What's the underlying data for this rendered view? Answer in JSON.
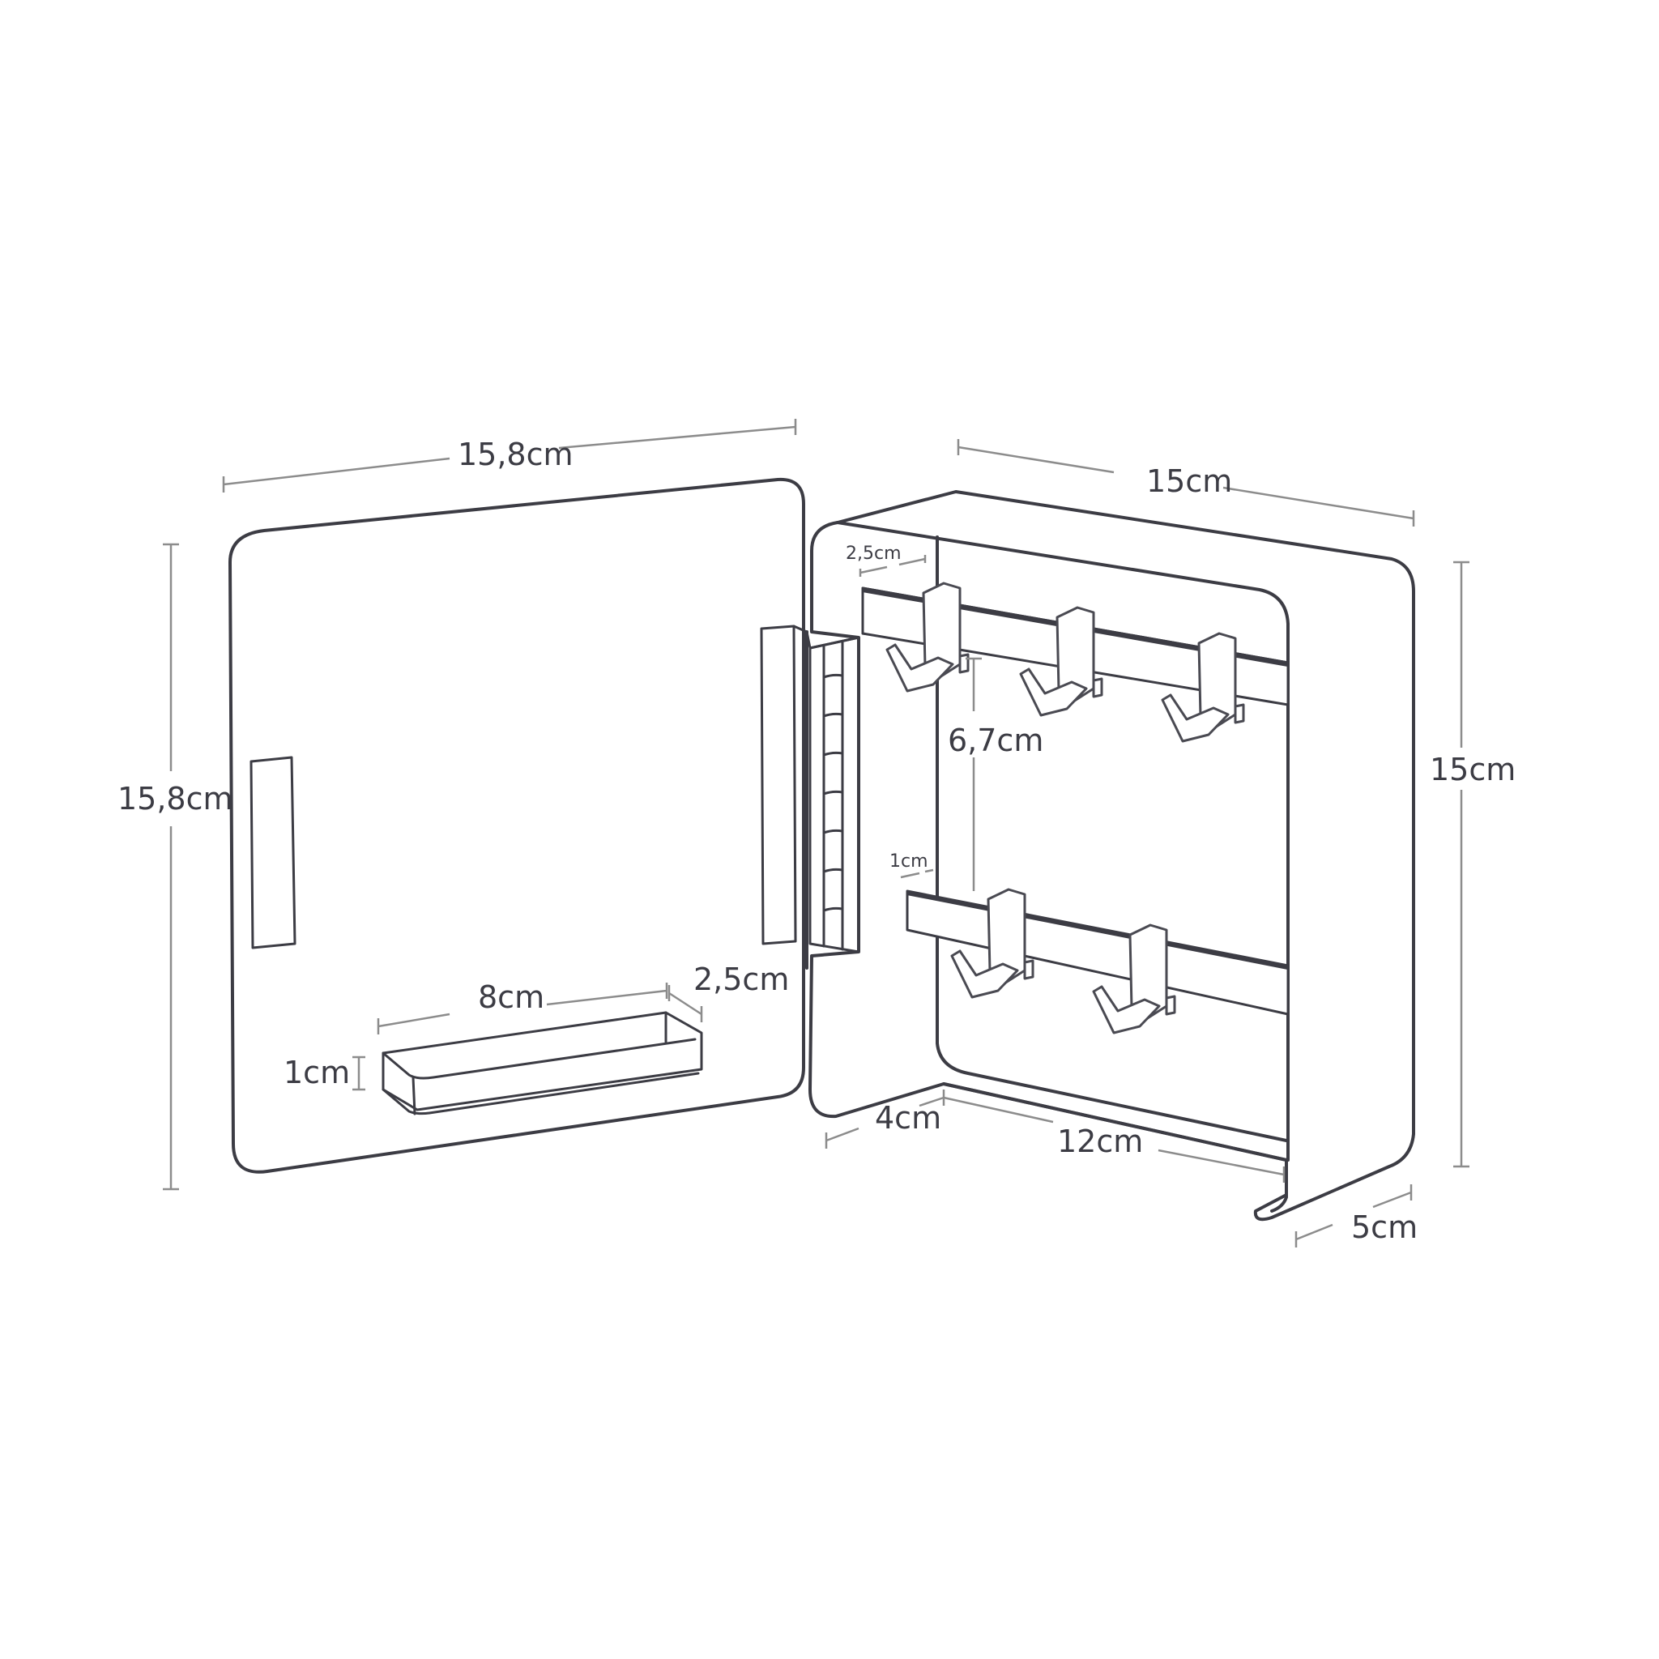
{
  "diagram": {
    "type": "product-dimension-drawing",
    "subject": "Wall-mounted key cabinet with open door",
    "colors": {
      "outline": "#3c3c44",
      "dimension_line": "#8c8c8c",
      "text": "#3c3c44",
      "background": "#ffffff"
    },
    "door": {
      "width_label": "15,8cm",
      "height_label": "15,8cm",
      "tray": {
        "length_label": "8cm",
        "depth_label": "2,5cm",
        "height_label": "1cm"
      }
    },
    "cabinet": {
      "width_label": "15cm",
      "height_label": "15cm",
      "depth_label": "5cm",
      "top_rail_hook_spacing_label": "2,5cm",
      "rail_spacing_label": "6,7cm",
      "rail_thickness_label": "1cm",
      "bottom_front_label": "4cm",
      "bottom_inner_label": "12cm",
      "top_rail_hooks": 3,
      "bottom_rail_hooks": 2
    }
  }
}
